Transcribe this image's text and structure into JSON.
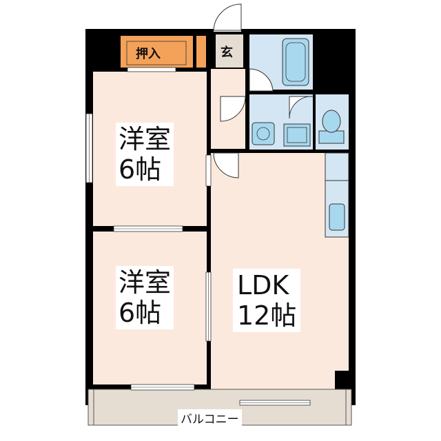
{
  "rooms": {
    "western1": {
      "name": "洋室",
      "size": "6帖"
    },
    "western2": {
      "name": "洋室",
      "size": "6帖"
    },
    "ldk": {
      "name": "LDK",
      "size": "12帖"
    },
    "closet": {
      "name": "押入"
    },
    "entrance": {
      "name": "玄"
    },
    "balcony": {
      "name": "バルコニー"
    }
  },
  "colors": {
    "wall": "#000000",
    "room_fill": "#fce9dd",
    "closet_fill": "#f4a25a",
    "wet_fill": "#d4e6f4",
    "fixture_fill": "#a8d8ee",
    "balcony_fill": "#e6ddd2",
    "entry_fill": "#e6ddd2"
  }
}
